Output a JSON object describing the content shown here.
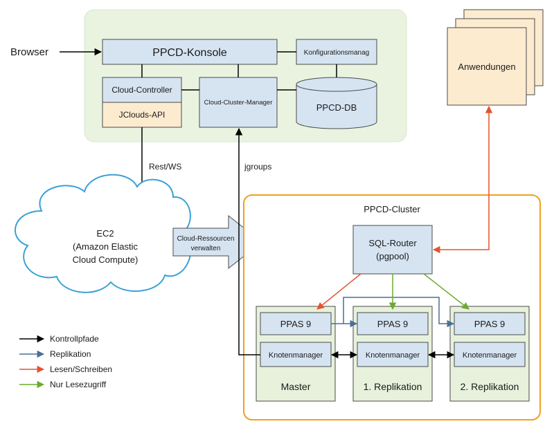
{
  "labels": {
    "browser": "Browser",
    "konsole": "PPCD-Konsole",
    "konfig": "Konfigurationsmanag",
    "cloud_controller": "Cloud-Controller",
    "jclouds": "JClouds-API",
    "cluster_manager": "Cloud-Cluster-Manager",
    "db": "PPCD-DB",
    "anwendungen": "Anwendungen",
    "rest_ws": "Rest/WS",
    "jgroups": "jgroups",
    "ec2_line1": "EC2",
    "ec2_line2": "(Amazon Elastic",
    "ec2_line3": "Cloud Compute)",
    "cloud_res_line1": "Cloud-Ressourcen",
    "cloud_res_line2": "verwalten",
    "cluster_title": "PPCD-Cluster",
    "sql_router_line1": "SQL-Router",
    "sql_router_line2": "(pgpool)",
    "nodes": [
      {
        "ppas": "PPAS 9",
        "knoten": "Knotenmanager",
        "caption": "Master"
      },
      {
        "ppas": "PPAS 9",
        "knoten": "Knotenmanager",
        "caption": "1. Replikation"
      },
      {
        "ppas": "PPAS 9",
        "knoten": "Knotenmanager",
        "caption": "2. Replikation"
      }
    ]
  },
  "legend": [
    {
      "label": "Kontrollpfade",
      "color": "#000000"
    },
    {
      "label": "Replikation",
      "color": "#4a6f95"
    },
    {
      "label": "Lesen/Schreiben",
      "color": "#e5522e"
    },
    {
      "label": "Nur Lesezugriff",
      "color": "#6aab2d"
    }
  ],
  "colors": {
    "control": "#000000",
    "replication": "#4a6f95",
    "readwrite": "#e5522e",
    "readonly": "#6aab2d",
    "console_bg": "#e9f3df",
    "cluster_border": "#f0a020",
    "component_fill": "#d6e4f2",
    "jclouds_fill": "#fdebd0",
    "node_fill": "#e7f1dc"
  }
}
